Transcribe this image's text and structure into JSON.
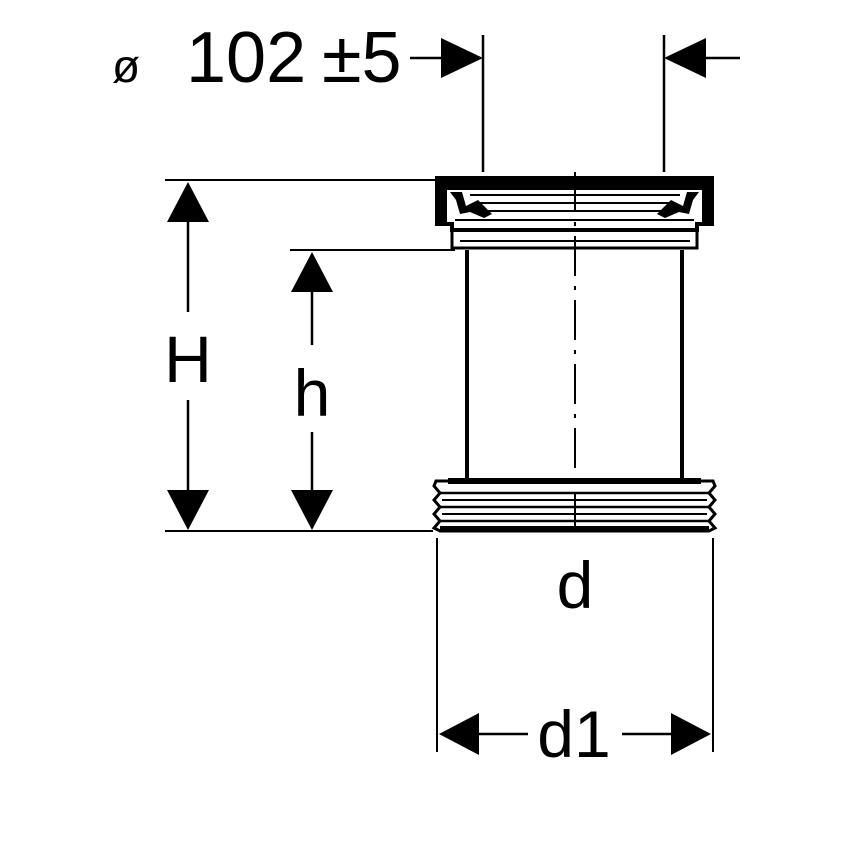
{
  "drawing": {
    "diameter_symbol": "ø",
    "diameter_value": "102",
    "tolerance": "±5",
    "label_H": "H",
    "label_h": "h",
    "label_d": "d",
    "label_d1": "d1"
  },
  "colors": {
    "line": "#000000",
    "background": "#ffffff"
  }
}
